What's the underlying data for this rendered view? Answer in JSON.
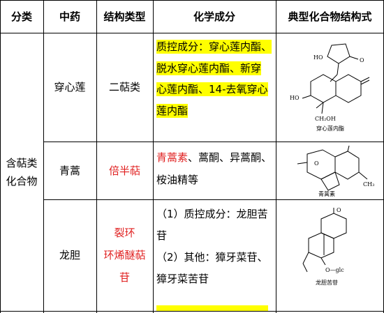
{
  "headers": {
    "category": "分类",
    "herb": "中药",
    "structure_type": "结构类型",
    "components": "化学成分",
    "formula": "典型化合物结构式"
  },
  "category_cell": [
    "含萜类",
    "化合物"
  ],
  "rows": [
    {
      "herb": "穿心莲",
      "structure_type": "二萜类",
      "components_lines": [
        "质控成分：穿心莲内酯、",
        "脱水穿心莲内酯、新穿",
        "心莲内酯、14-去氧穿心",
        "莲内酯"
      ],
      "formula_labels": {
        "caption": "穿心莲内酯",
        "ho_top": "HO",
        "ho_left": "HO",
        "ch2oh": "CH₂OH",
        "o": "O"
      }
    },
    {
      "herb": "青蒿",
      "structure_type": "倍半萜",
      "components_highlight": "青蒿素",
      "components_rest": "、蒿酮、异蒿酮、",
      "components_line2": "桉油精等",
      "formula_labels": {
        "caption": "青蒿素",
        "ch3": "CH₃",
        "o": "O"
      }
    },
    {
      "herb": "龙胆",
      "structure_type_lines": [
        "裂环",
        "环烯醚萜",
        "苷"
      ],
      "components_lines": [
        "（1）质控成分：龙胆苦",
        "苷",
        "（2）其他：獐牙菜苷、",
        "獐牙菜苦苷"
      ],
      "formula_labels": {
        "caption": "龙胆苦苷",
        "glc": "O—glc",
        "o": "O"
      }
    }
  ]
}
